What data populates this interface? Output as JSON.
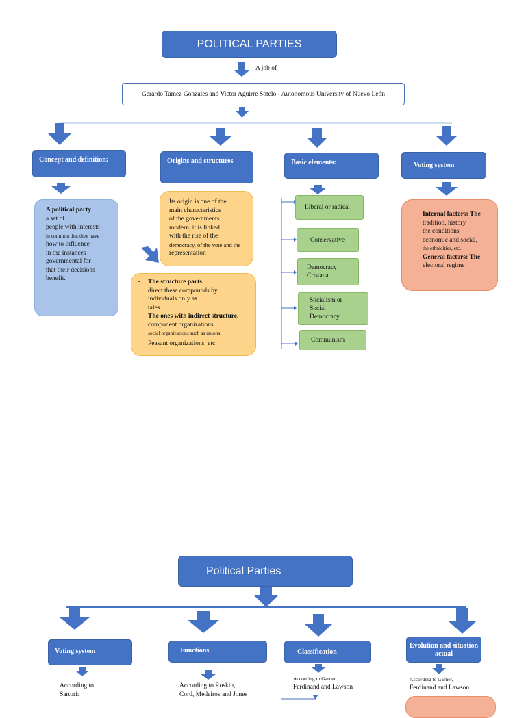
{
  "page1": {
    "title": "POLITICAL PARTIES",
    "job_label": "A job of",
    "authors": "Gerardo Tamez Gonzales and Victor Aguirre Sotelo - Autonomous University of Nuevo León",
    "categories": {
      "concept": "Concept and definition:",
      "origins": "Origins and structures",
      "basic": "Basic elements:",
      "voting": "Voting system"
    },
    "concept_box": {
      "bold": "A political party",
      "l1": "a set of",
      "l2": "people with interests",
      "l3": "in common that they have",
      "l4": "how to influence",
      "l5": "in the instances",
      "l6": "governmental for",
      "l7": "that their decisions",
      "l8": "benefit."
    },
    "origins_box": {
      "l1": "Its origin is one of the",
      "l2": "main characteristics",
      "l3": "of the governments",
      "l4": "modern, it is linked",
      "l5": "with the rise of the",
      "l6": "democracy, of the vote and the",
      "l7": "representation"
    },
    "structure_box": {
      "item1_bold": "The structure parts",
      "item1_l1": "direct these compounds by",
      "item1_l2": "individuals only as",
      "item1_l3": "tales.",
      "item2_bold": "The ones with indirect structure.",
      "item2_l1": "component organizations",
      "item2_l2": "social organizations such as unions,",
      "item2_l3": "Peasant organizations, etc."
    },
    "basic_elements": {
      "e1": "Liberal or radical",
      "e2": "Conservative",
      "e3a": "Democracy",
      "e3b": "Cristana",
      "e4a": "Socialism or Social",
      "e4b": "Democracy",
      "e5": "Communism"
    },
    "voting_box": {
      "item1_bold": "Internal factors: The",
      "item1_l1": "tradition, history",
      "item1_l2": "the conditions",
      "item1_l3": "economic and social,",
      "item1_l4": "the ethnicities, etc.",
      "item2_bold": "General factors: The",
      "item2_l1": "electoral regime"
    }
  },
  "page2": {
    "title": "Political Parties",
    "categories": {
      "voting": "Voting system",
      "functions": "Functions",
      "classification": "Classification",
      "evolution_l1": "Evolution and situation",
      "evolution_l2": "actual"
    },
    "voting_text_l1": "According to",
    "voting_text_l2": "Sartori:",
    "functions_text_l1": "According to Roskin,",
    "functions_text_l2": "Cord, Medeiros and Jones",
    "classification_small": "According to Garner,",
    "classification_text": "Ferdinand and Lawson",
    "evolution_small": "According to Garner,",
    "evolution_text": "Ferdinand and Lawson"
  },
  "colors": {
    "primary_blue": "#4472c4",
    "light_blue": "#a9c4e8",
    "orange": "#fdd48a",
    "green": "#a9d18e",
    "salmon": "#f4b196"
  }
}
